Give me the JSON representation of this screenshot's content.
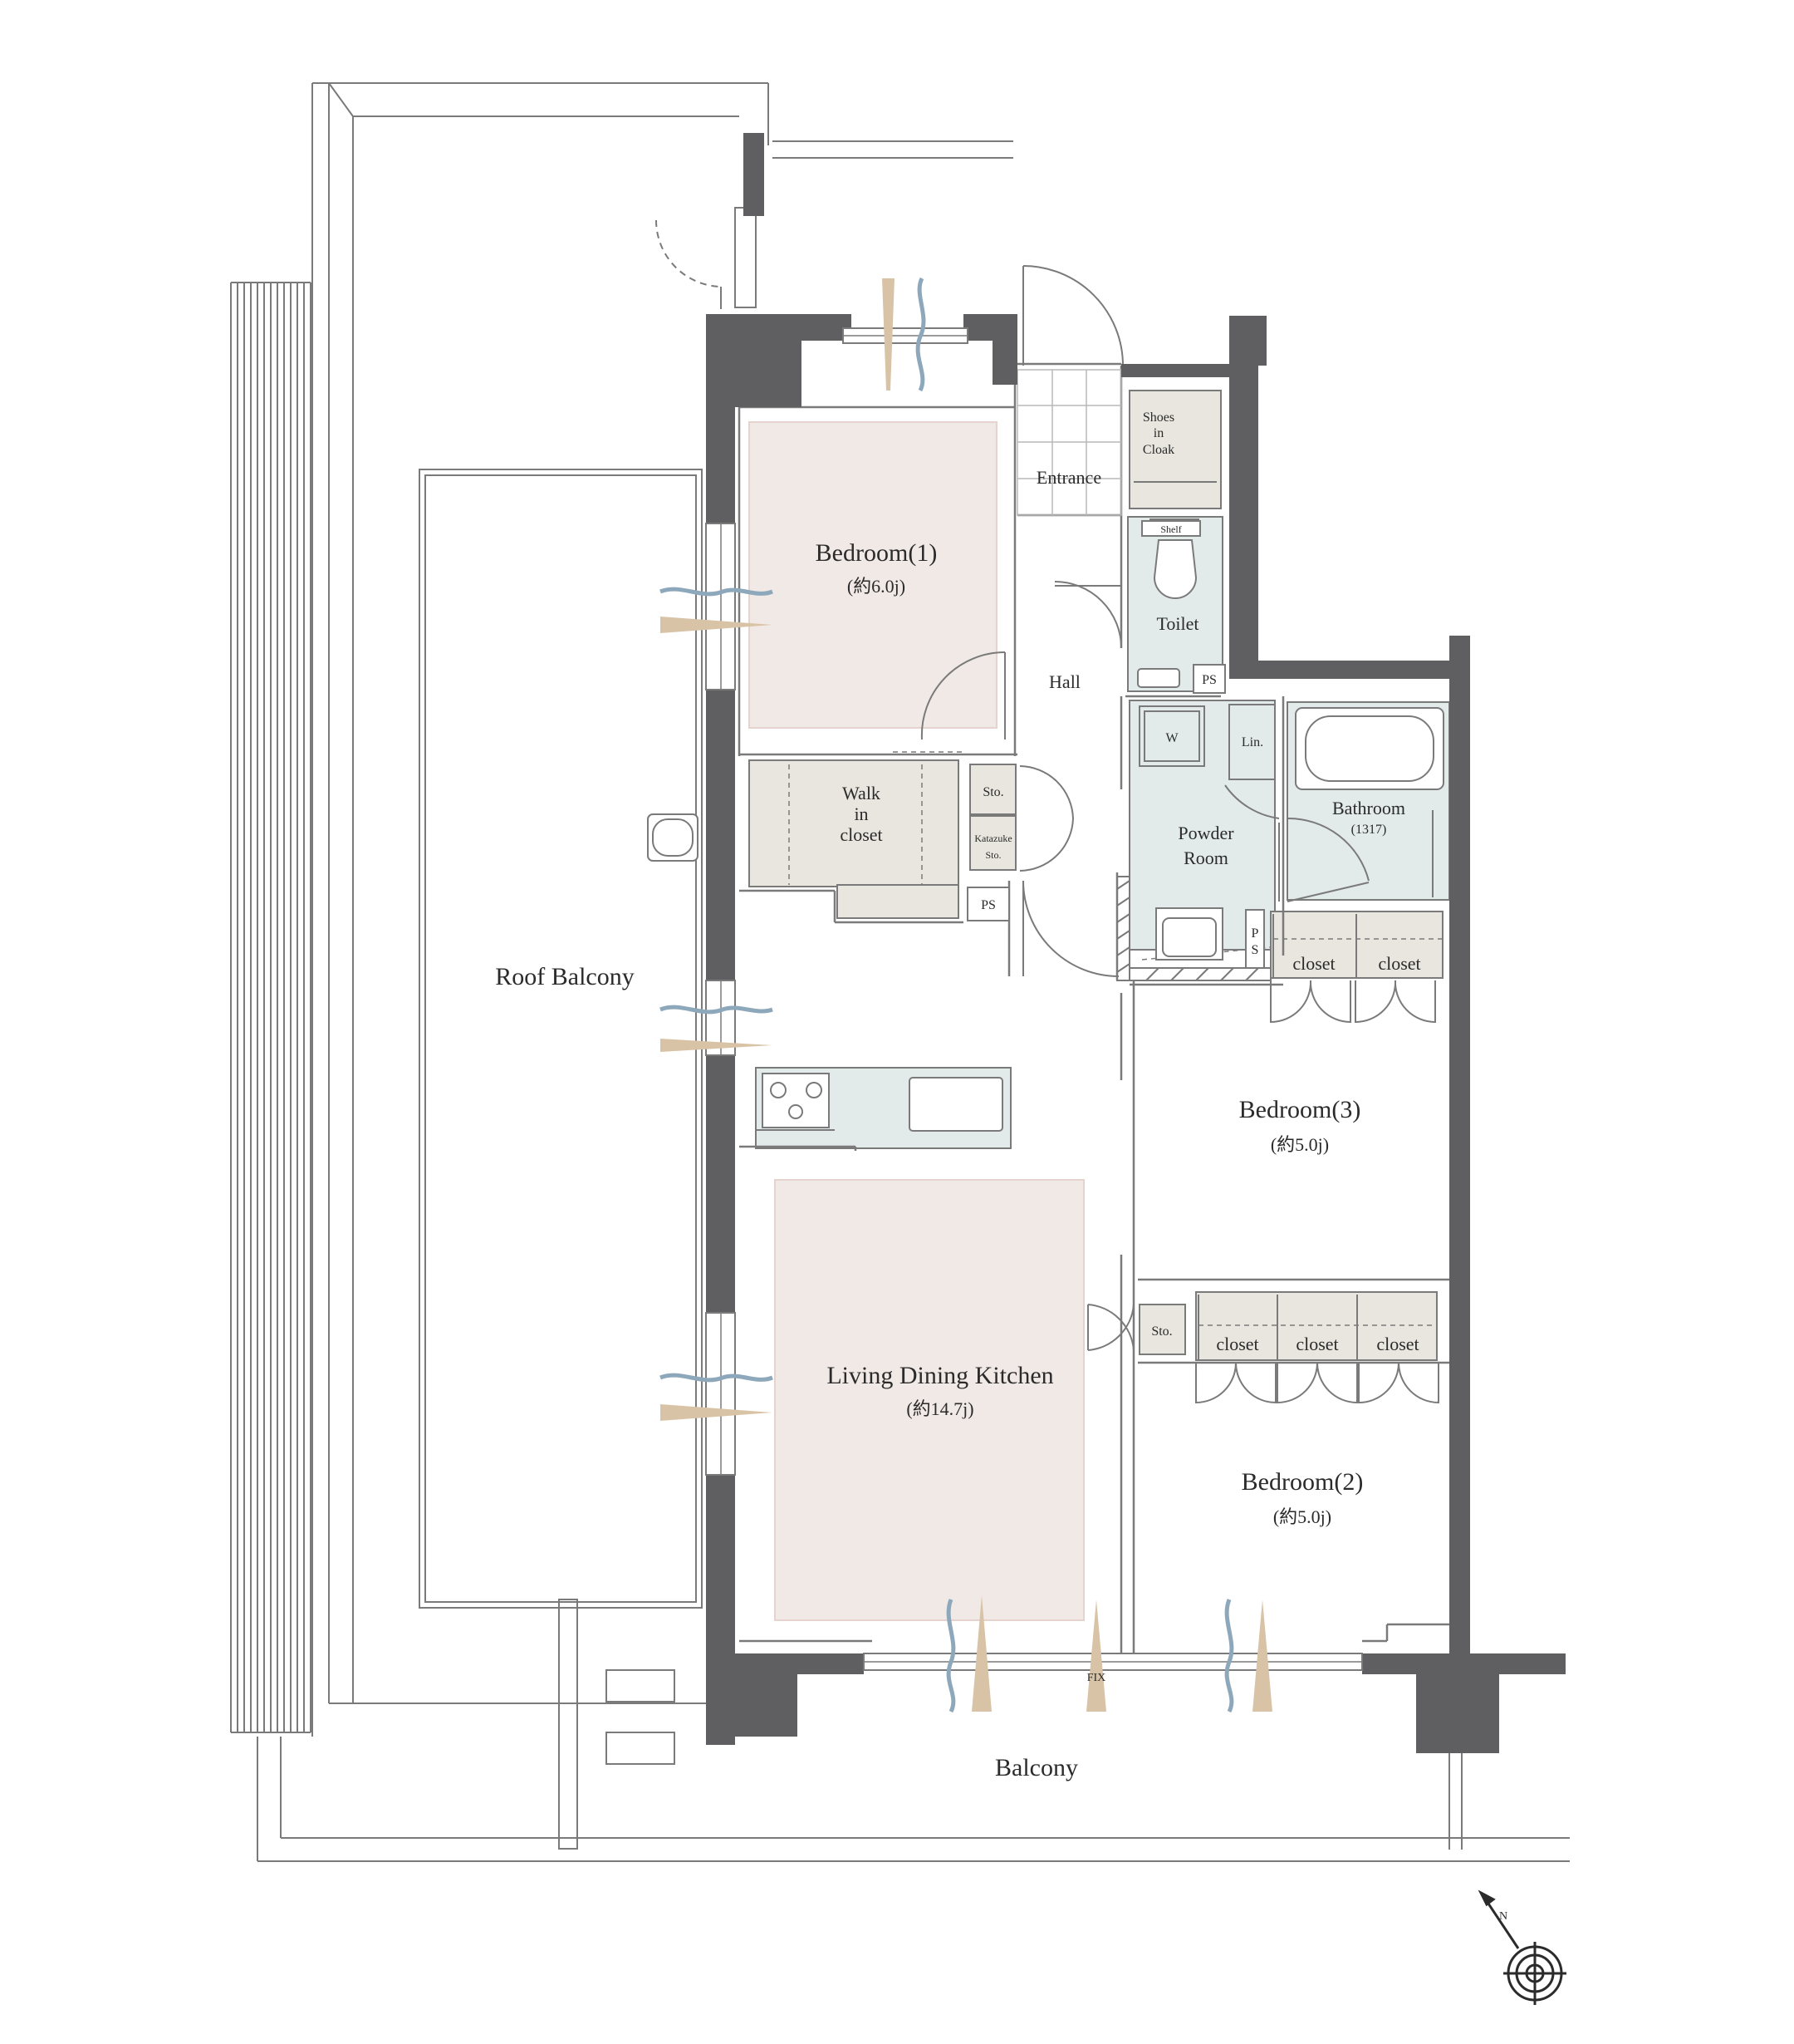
{
  "colors": {
    "wall": "#5f5f61",
    "room_pink": "#f1e9e6",
    "room_pink_edge": "#e6d3cd",
    "wet_blue": "#e3eaea",
    "closet_beige": "#e9e6df",
    "wind_blue": "#8ea8bb",
    "wind_tan": "#d9c3a6",
    "line": "#7a7a7a"
  },
  "rooms": {
    "bedroom1": {
      "name": "Bedroom(1)",
      "area": "(約6.0j)"
    },
    "bedroom2": {
      "name": "Bedroom(2)",
      "area": "(約5.0j)"
    },
    "bedroom3": {
      "name": "Bedroom(3)",
      "area": "(約5.0j)"
    },
    "ldk": {
      "name": "Living Dining Kitchen",
      "area": "(約14.7j)"
    },
    "hall": "Hall",
    "entrance": "Entrance",
    "toilet": "Toilet",
    "powder_room": [
      "Powder",
      "Room"
    ],
    "bathroom": {
      "name": "Bathroom",
      "size": "(1317)"
    },
    "shoes_cloak": [
      "Shoes",
      "in",
      "Cloak"
    ],
    "walk_in_closet": [
      "Walk",
      "in",
      "closet"
    ],
    "roof_balcony": "Roof Balcony",
    "balcony": "Balcony"
  },
  "fixtures": {
    "shelf": "Shelf",
    "ps": "PS",
    "ps_vertical": [
      "P",
      "S"
    ],
    "w": "W",
    "lin": "Lin.",
    "sto": "Sto.",
    "katazuke": [
      "Katazuke",
      "Sto."
    ],
    "closet": "closet",
    "fix": "FIX"
  },
  "compass": {
    "north": "N"
  }
}
